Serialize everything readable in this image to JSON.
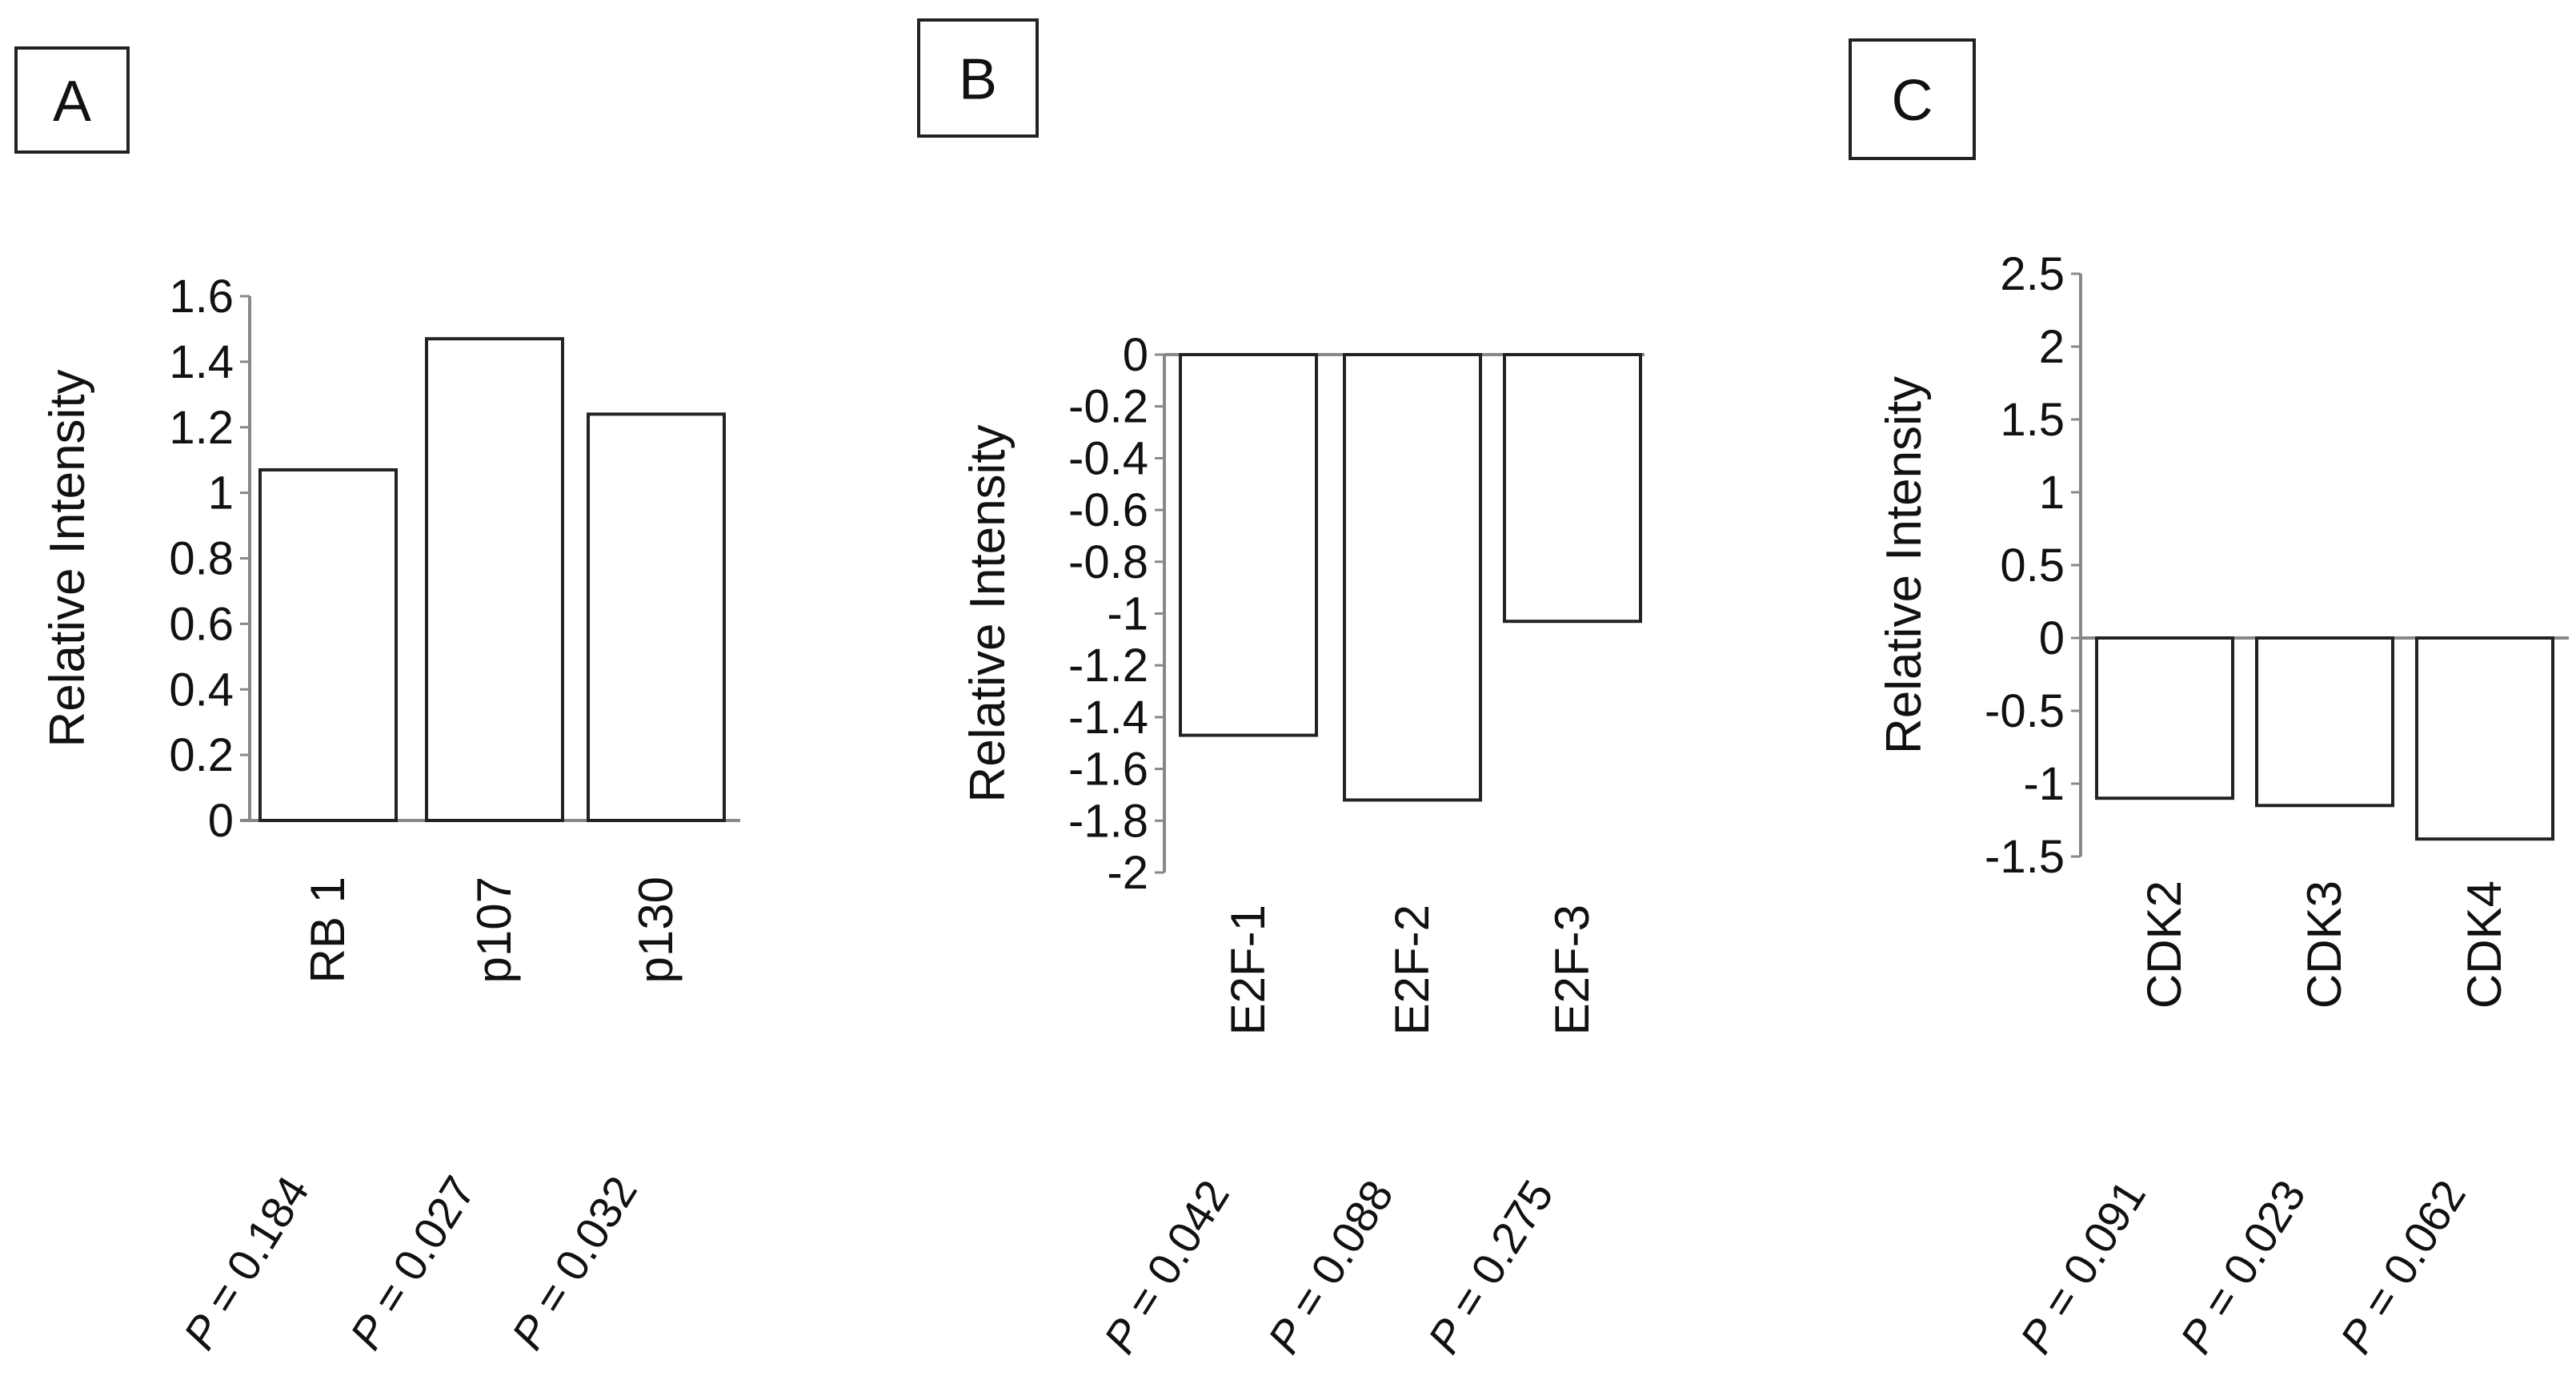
{
  "chart_data": [
    {
      "type": "bar",
      "panel": "A",
      "ylabel": "Relative Intensity",
      "ylim": [
        0,
        1.6
      ],
      "yticks": [
        "1.6",
        "1.4",
        "1.2",
        "1",
        "0.8",
        "0.6",
        "0.4",
        "0.2",
        "0"
      ],
      "categories": [
        "RB 1",
        "p107",
        "p130"
      ],
      "values": [
        1.07,
        1.47,
        1.24
      ],
      "pvalues": [
        "0.184",
        "0.027",
        "0.032"
      ]
    },
    {
      "type": "bar",
      "panel": "B",
      "ylabel": "Relative Intensity",
      "ylim": [
        -2,
        0
      ],
      "yticks": [
        "0",
        "-0.2",
        "-0.4",
        "-0.6",
        "-0.8",
        "-1",
        "-1.2",
        "-1.4",
        "-1.6",
        "-1.8",
        "-2"
      ],
      "categories": [
        "E2F-1",
        "E2F-2",
        "E2F-3"
      ],
      "values": [
        -1.47,
        -1.72,
        -1.03
      ],
      "pvalues": [
        "0.042",
        "0.088",
        "0.275"
      ]
    },
    {
      "type": "bar",
      "panel": "C",
      "ylabel": "Relative Intensity",
      "ylim": [
        -1.5,
        2.5
      ],
      "yticks": [
        "2.5",
        "2",
        "1.5",
        "1",
        "0.5",
        "0",
        "-0.5",
        "-1",
        "-1.5"
      ],
      "categories": [
        "CDK2",
        "CDK3",
        "CDK4"
      ],
      "values": [
        -1.1,
        -1.15,
        -1.38
      ],
      "pvalues": [
        "0.091",
        "0.023",
        "0.062"
      ]
    }
  ],
  "p_label": "P",
  "p_eq": " = "
}
